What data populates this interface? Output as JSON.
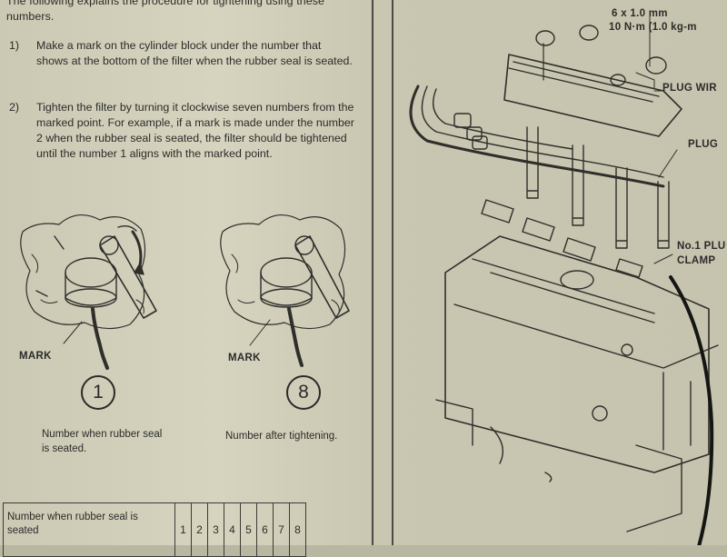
{
  "intro": "The following explains the procedure for tightening using these numbers.",
  "steps": [
    {
      "num": "1)",
      "text": "Make a mark on the cylinder block under the number that shows at the bottom of the filter when the rubber seal is seated."
    },
    {
      "num": "2)",
      "text": "Tighten the filter by turning it clockwise seven numbers from the marked point. For example, if a mark is made under the number 2 when the rubber seal is seated, the filter should be tightened until the number 1 aligns with the marked point."
    }
  ],
  "figures": [
    {
      "mark_label": "MARK",
      "circled_number": "1",
      "caption": "Number when rubber seal is seated."
    },
    {
      "mark_label": "MARK",
      "circled_number": "8",
      "caption": "Number after tightening."
    }
  ],
  "table": {
    "label": "Number when rubber seal is seated",
    "numbers": [
      "1",
      "2",
      "3",
      "4",
      "5",
      "6",
      "7",
      "8"
    ]
  },
  "engine_labels": {
    "torque_line1": "6 x 1.0 mm",
    "torque_line2": "10 N·m (1.0 kg-m",
    "plug_wire": "PLUG WIR",
    "plug": "PLUG",
    "clamp_line1": "No.1 PLU",
    "clamp_line2": "CLAMP"
  }
}
